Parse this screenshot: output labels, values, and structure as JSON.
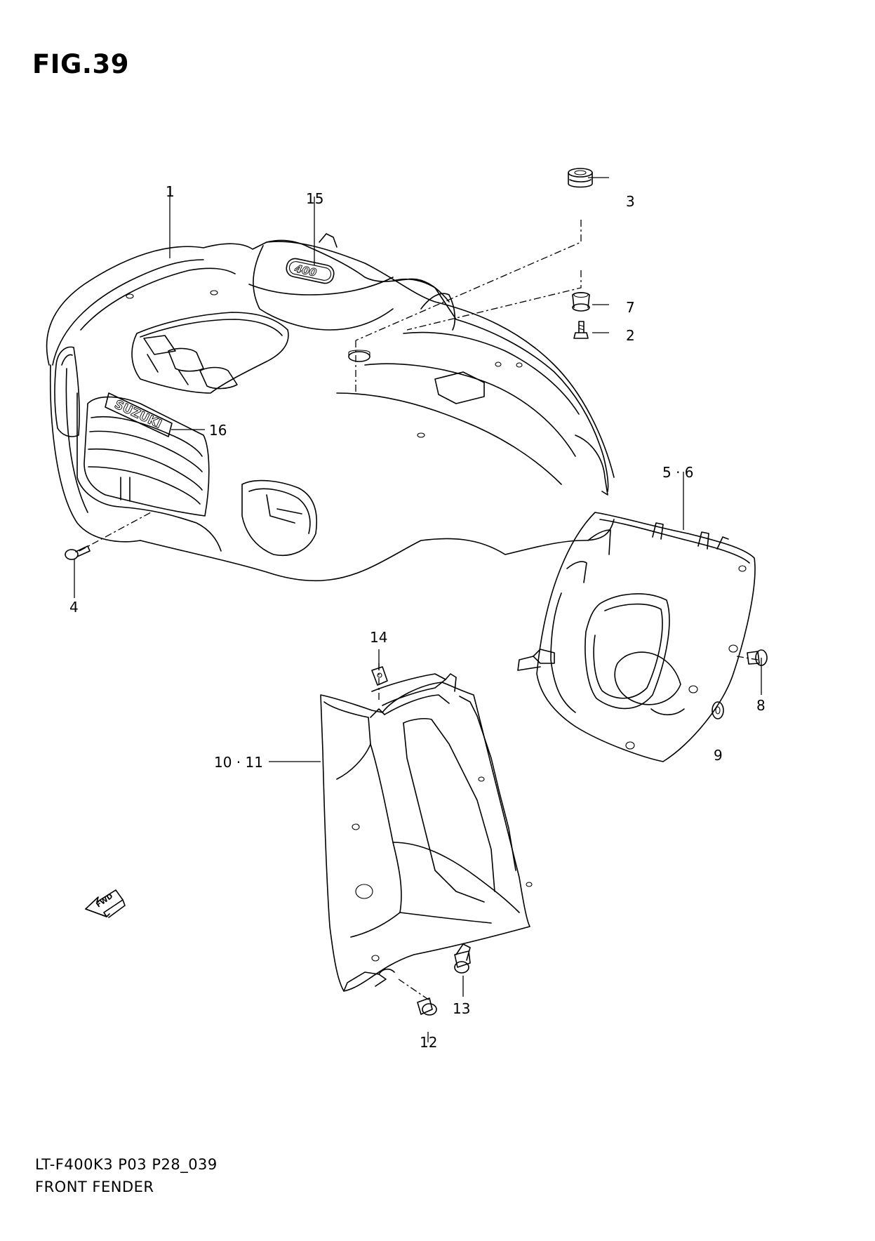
{
  "figure": {
    "title": "FIG.39"
  },
  "footer": {
    "model_code": "LT-F400K3 P03 P28_039",
    "section_name": "FRONT FENDER"
  },
  "emblem_texts": {
    "badge": "400",
    "brand": "SUZUKI",
    "direction": "FWD"
  },
  "callouts": {
    "c1": "1",
    "c2": "2",
    "c3": "3",
    "c4": "4",
    "c56": "5 · 6",
    "c7": "7",
    "c8": "8",
    "c9": "9",
    "c1011": "10 · 11",
    "c12": "12",
    "c13": "13",
    "c14": "14",
    "c15": "15",
    "c16": "16"
  }
}
